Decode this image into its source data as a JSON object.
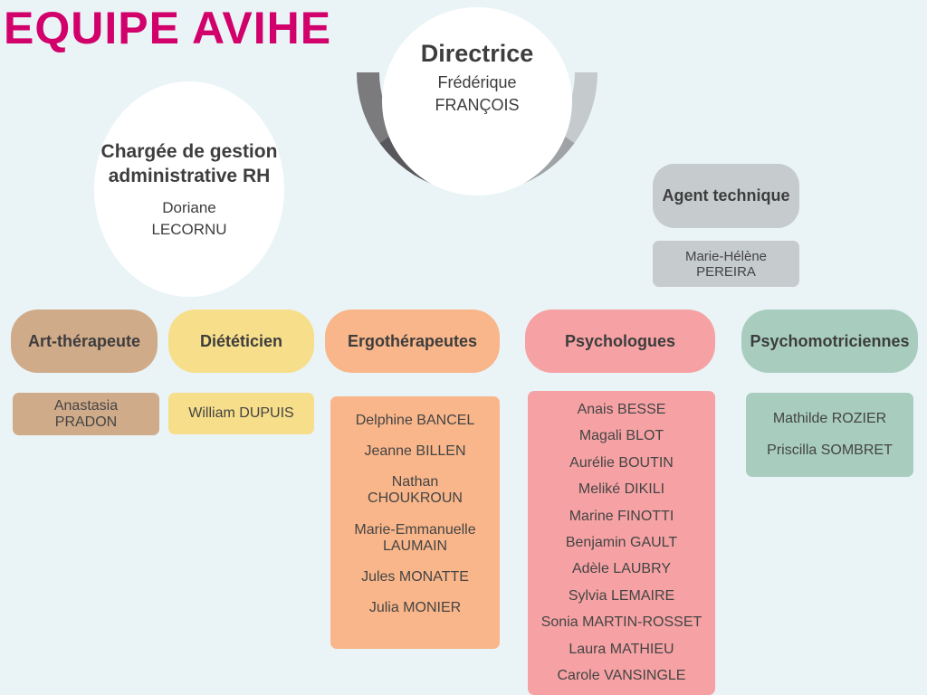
{
  "title": "EQUIPE AVIHE",
  "director": {
    "role": "Directrice",
    "name_first": "Frédérique",
    "name_last": "FRANÇOIS"
  },
  "admin": {
    "role": "Chargée de gestion administrative RH",
    "name_first": "Doriane",
    "name_last": "LECORNU"
  },
  "agent": {
    "role": "Agent technique",
    "name": "Marie-Hélène PEREIRA"
  },
  "departments": [
    {
      "role": "Art-thérapeute",
      "color": "#d0ab8a",
      "members": [
        "Anastasia PRADON"
      ]
    },
    {
      "role": "Diététicien",
      "color": "#f7de8a",
      "members": [
        "William DUPUIS"
      ]
    },
    {
      "role": "Ergothérapeutes",
      "color": "#f9b68a",
      "members": [
        "Delphine BANCEL",
        "Jeanne BILLEN",
        "Nathan CHOUKROUN",
        "Marie-Emmanuelle LAUMAIN",
        "Jules MONATTE",
        "Julia MONIER"
      ]
    },
    {
      "role": "Psychologues",
      "color": "#f6a2a4",
      "members": [
        "Anais BESSE",
        "Magali BLOT",
        "Aurélie BOUTIN",
        "Meliké DIKILI",
        "Marine FINOTTI",
        "Benjamin GAULT",
        "Adèle LAUBRY",
        "Sylvia LEMAIRE",
        "Sonia MARTIN-ROSSET",
        "Laura MATHIEU",
        "Carole VANSINGLE"
      ]
    },
    {
      "role": "Psychomotriciennes",
      "color": "#a8cdbf",
      "members": [
        "Mathilde ROZIER",
        "Priscilla SOMBRET"
      ]
    }
  ]
}
